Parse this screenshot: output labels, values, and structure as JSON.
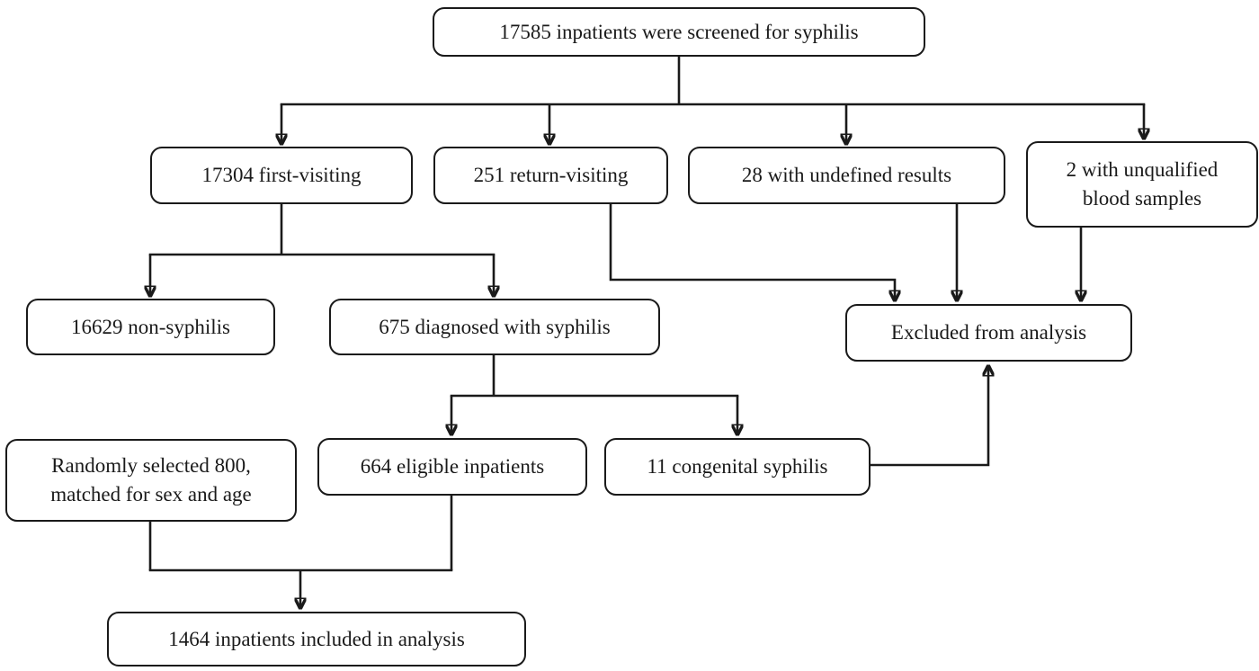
{
  "diagram": {
    "colors": {
      "line": "#1a1a1a",
      "text": "#1a1a1a",
      "background": "#ffffff"
    },
    "nodes": {
      "screened": "17585 inpatients were screened for syphilis",
      "first_visiting": "17304 first-visiting",
      "return_visiting": "251 return-visiting",
      "undefined_results": "28 with undefined results",
      "unqualified_blood": "2 with unqualified blood samples",
      "non_syphilis": "16629 non-syphilis",
      "diagnosed_syphilis": "675 diagnosed with syphilis",
      "excluded": "Excluded from analysis",
      "randomly_selected": "Randomly selected 800, matched for sex and age",
      "eligible": "664 eligible inpatients",
      "congenital": "11 congenital syphilis",
      "included": "1464 inpatients included in analysis"
    }
  }
}
